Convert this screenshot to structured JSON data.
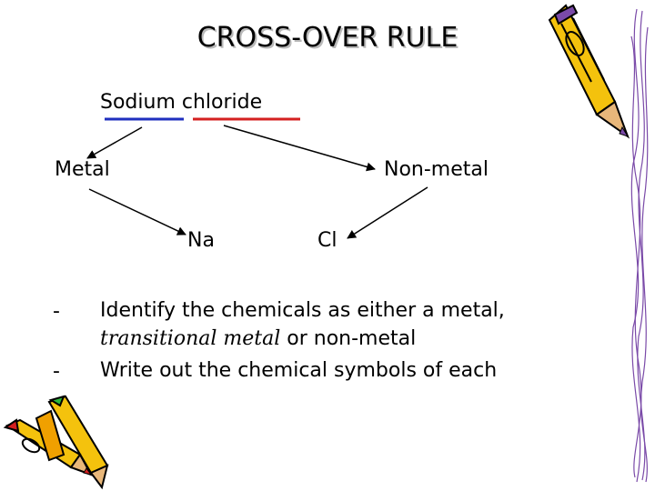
{
  "title": "CROSS-OVER RULE",
  "compound": {
    "word1": "Sodium",
    "word2": "chloride",
    "word1_underline_color": "#1f2fbf",
    "word2_underline_color": "#d42020"
  },
  "metal_label": "Metal",
  "nonmetal_label": "Non-metal",
  "symbol_metal": "Na",
  "symbol_nonmetal": "Cl",
  "bullets": [
    {
      "marker": "-",
      "text": "Identify the chemicals as either a metal,",
      "line2_italic": "transitional metal",
      "line2_rest": " or non-metal"
    },
    {
      "marker": "-",
      "text": "Write out the chemical symbols of each"
    }
  ],
  "decorations": {
    "pencil_top_right": "pencil-icon",
    "pencils_bottom_left": "pencils-icon",
    "border_right": "scribble-border"
  }
}
